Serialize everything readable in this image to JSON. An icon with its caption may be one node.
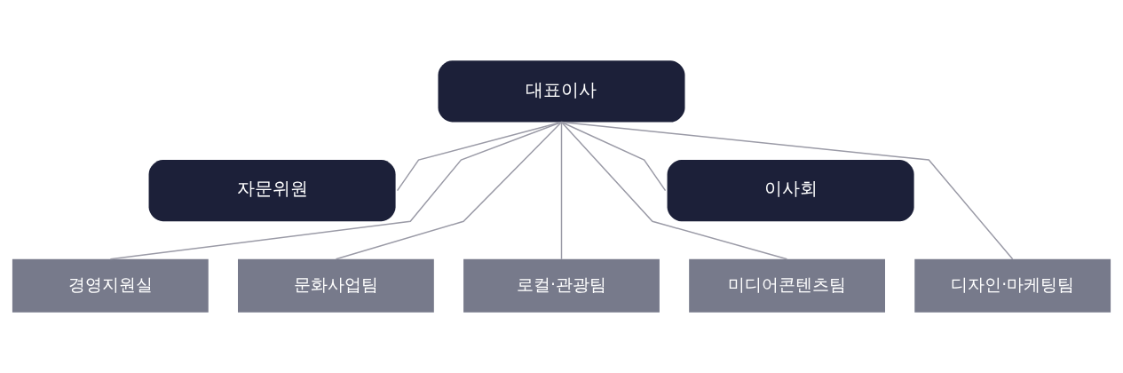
{
  "diagram": {
    "nodes": [
      {
        "text": [
          "대표이사"
        ]
      },
      {
        "text": [
          "자문위원"
        ]
      },
      {
        "text": [
          "이사회"
        ]
      },
      {
        "text": [
          "경영지원실"
        ]
      },
      {
        "text": [
          "문화사업팀"
        ]
      },
      {
        "text": [
          "로컬·관광팀"
        ]
      },
      {
        "text": [
          "미디어콘텐츠팀"
        ]
      },
      {
        "text": [
          "디자인·마케팅팀"
        ]
      }
    ],
    "edges": [
      {
        "from": 0,
        "to": 1,
        "arrow": "none"
      },
      {
        "from": 0,
        "to": 2,
        "arrow": "none"
      },
      {
        "from": 0,
        "to": 3,
        "arrow": "none"
      },
      {
        "from": 0,
        "to": 4,
        "arrow": "none"
      },
      {
        "from": 0,
        "to": 5,
        "arrow": "none"
      },
      {
        "from": 0,
        "to": 6,
        "arrow": "none"
      },
      {
        "from": 0,
        "to": 7,
        "arrow": "none"
      }
    ]
  }
}
